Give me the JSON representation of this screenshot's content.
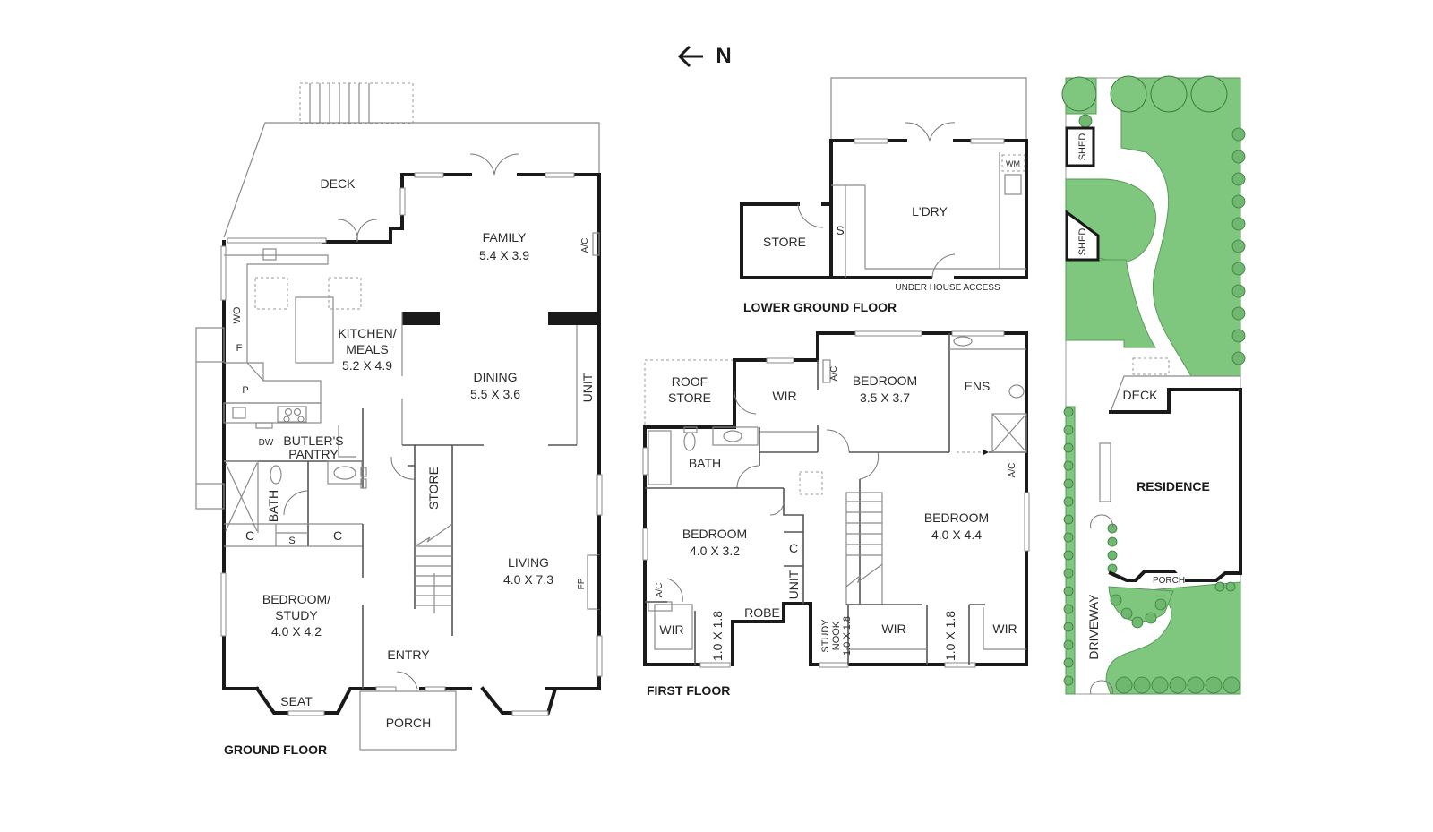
{
  "compass": {
    "arrow": "←",
    "label": "N"
  },
  "ground_floor": {
    "title": "GROUND FLOOR",
    "rooms": {
      "deck": "DECK",
      "family": {
        "name": "FAMILY",
        "size": "5.4 X 3.9"
      },
      "kitchen": {
        "name1": "KITCHEN/",
        "name2": "MEALS",
        "size": "5.2 X 4.9"
      },
      "dining": {
        "name": "DINING",
        "size": "5.5 X 3.6"
      },
      "butlers": {
        "name1": "BUTLER'S",
        "name2": "PANTRY"
      },
      "bath": "BATH",
      "store": "STORE",
      "unit": "UNIT",
      "living": {
        "name": "LIVING",
        "size": "4.0 X 7.3"
      },
      "bedroom_study": {
        "name1": "BEDROOM/",
        "name2": "STUDY",
        "size": "4.0 X 4.2"
      },
      "entry": "ENTRY",
      "porch": "PORCH",
      "seat": "SEAT",
      "wo": "WO",
      "f": "F",
      "p": "P",
      "dw": "DW",
      "c": "C",
      "s": "S",
      "ac": "A/C",
      "fp": "FP"
    }
  },
  "lower_ground_floor": {
    "title": "LOWER GROUND FLOOR",
    "rooms": {
      "store": "STORE",
      "s": "S",
      "laundry": "L'DRY",
      "wm": "WM",
      "under_house": "UNDER HOUSE ACCESS"
    }
  },
  "first_floor": {
    "title": "FIRST FLOOR",
    "rooms": {
      "roof_store1": "ROOF",
      "roof_store2": "STORE",
      "wir": "WIR",
      "ac": "A/C",
      "bedroom1": {
        "name": "BEDROOM",
        "size": "3.5 X 3.7"
      },
      "ens": "ENS",
      "bath": "BATH",
      "bedroom2": {
        "name": "BEDROOM",
        "size": "4.0 X 3.2"
      },
      "bedroom3": {
        "name": "BEDROOM",
        "size": "4.0 X 4.4"
      },
      "c": "C",
      "unit": "UNIT",
      "robe": "ROBE",
      "dim": "1.0 X 1.8",
      "study1": "STUDY",
      "study2": "NOOK"
    }
  },
  "site_plan": {
    "shed": "SHED",
    "deck": "DECK",
    "residence": "RESIDENCE",
    "porch": "PORCH",
    "driveway": "DRIVEWAY",
    "colors": {
      "grass": "#7fc67f",
      "tree_stroke": "#3f7a3f"
    }
  }
}
